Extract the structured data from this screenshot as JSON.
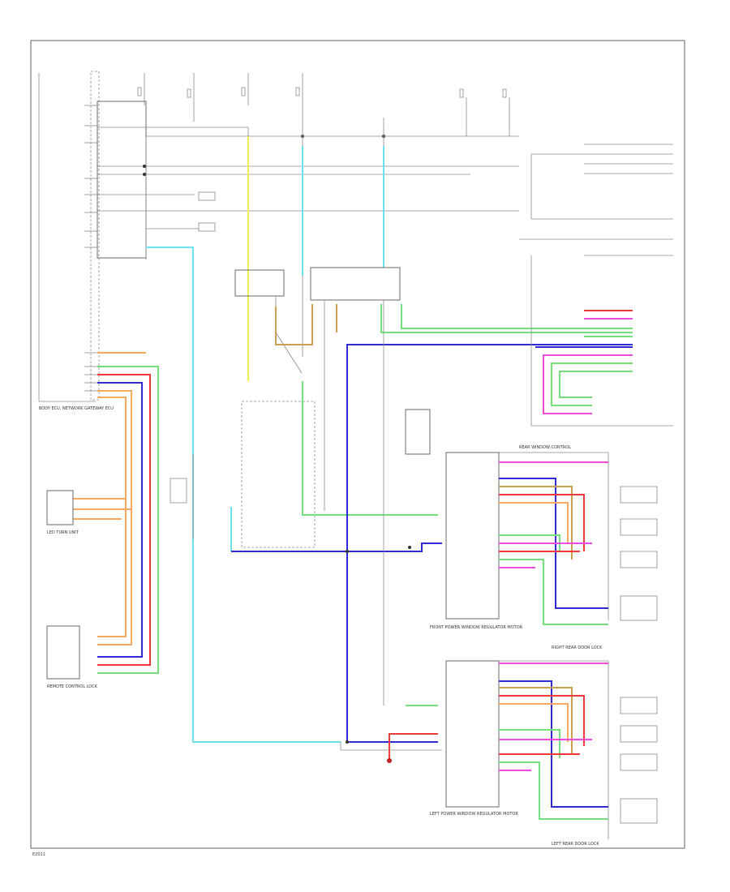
{
  "diagram": {
    "components": {
      "body_ecu": {
        "label": "BODY ECU, NETWORK GATEWAY ECU"
      },
      "led_unit": {
        "label": "LED TURN UNIT"
      },
      "remote_lock_left": {
        "label": "REMOTE CONTROL LOCK"
      },
      "rear_window_main": {
        "label": "REAR WINDOW CONTROL"
      },
      "right_master": {
        "label": "FRONT POWER WINDOW REGULATOR MOTOR"
      },
      "left_master": {
        "label": "LEFT POWER WINDOW REGULATOR MOTOR"
      },
      "right_lock": {
        "label": "RIGHT REAR DOOR LOCK"
      },
      "left_lock": {
        "label": "LEFT REAR DOOR LOCK"
      }
    },
    "footer_code": "E2011",
    "colors": {
      "yellow": "#f2ee4a",
      "cyan": "#6fe0ee",
      "green": "#73e07a",
      "blue": "#2e2bd6",
      "orange": "#f6a860",
      "red": "#f03a3a",
      "pink": "#f04ae0",
      "tan": "#c8a050",
      "brown": "#c09a40",
      "grey": "#8a8a8a"
    }
  }
}
